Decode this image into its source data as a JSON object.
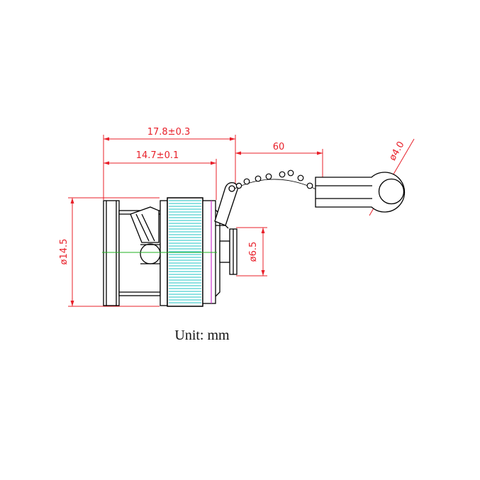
{
  "drawing": {
    "dimensions": {
      "overall_length": "17.8±0.3",
      "body_length": "14.7±0.1",
      "chain_length": "60",
      "ring_diameter": "ø4.0",
      "body_diameter": "ø14.5",
      "cap_diameter": "ø6.5"
    },
    "unit_label": "Unit: mm",
    "colors": {
      "dimension": "#e8202a",
      "outline": "#000000",
      "knurl": "#22c4c4",
      "centerline": "#20b020",
      "accent": "#cc33cc"
    }
  }
}
